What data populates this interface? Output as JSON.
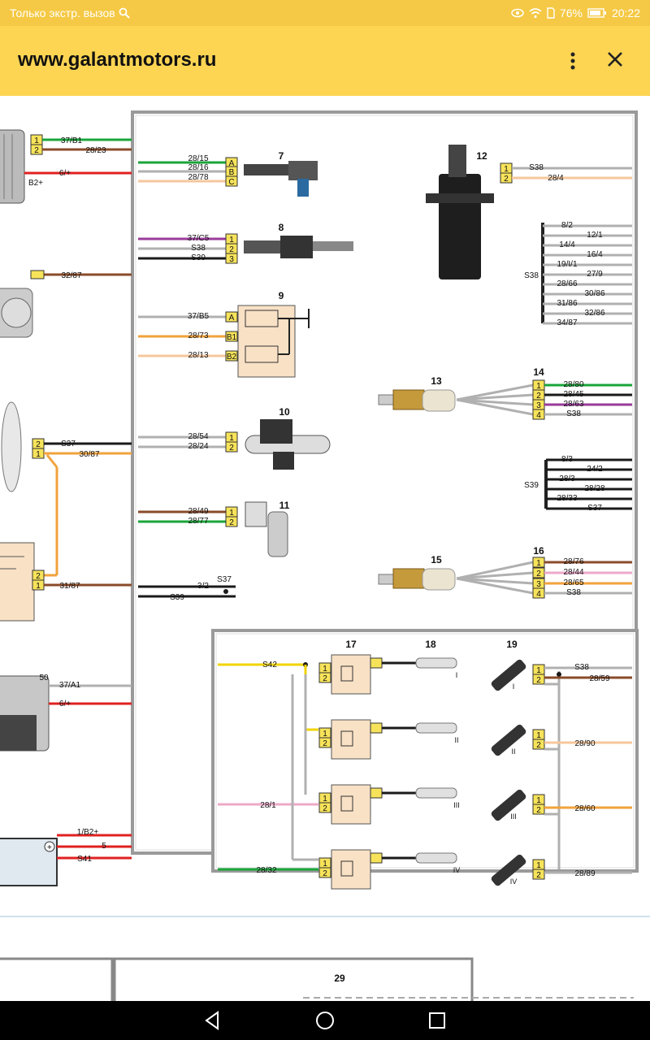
{
  "status_bar": {
    "left_text": "Только экстр. вызов",
    "battery": "76%",
    "time": "20:22",
    "icons": [
      "search-icon",
      "eye-icon",
      "wifi-icon",
      "sim-icon",
      "battery-icon"
    ]
  },
  "browser": {
    "url": "www.galantmotors.ru",
    "menu_icon": "kebab-menu-icon",
    "close_icon": "close-icon"
  },
  "diagram": {
    "left": {
      "gen_wires": [
        "37/B1",
        "28/23",
        "6/+"
      ],
      "gen_label": "B2+",
      "comp_wire": "32/87",
      "fan_wires": [
        "S37",
        "30/87"
      ],
      "relay_wire": "31/87",
      "starter_wires": [
        "37/A1",
        "6/+"
      ],
      "starter_pin": "50",
      "battery_wires": [
        "1/B2+",
        "5",
        "S41"
      ]
    },
    "components": {
      "c7": {
        "num": "7",
        "wires": [
          "28/15",
          "28/16",
          "28/78"
        ],
        "pins": [
          "A",
          "B",
          "C"
        ]
      },
      "c8": {
        "num": "8",
        "wires": [
          "37/C5",
          "S38",
          "S39"
        ]
      },
      "c9": {
        "num": "9",
        "wires": [
          "37/B5",
          "28/73",
          "28/13"
        ],
        "pins": [
          "A",
          "B1",
          "B2"
        ]
      },
      "c10": {
        "num": "10",
        "wires": [
          "28/54",
          "28/24"
        ]
      },
      "c11": {
        "num": "11",
        "wires": [
          "28/49",
          "28/77"
        ]
      },
      "s37": {
        "label": "S37",
        "wires": [
          "3/2",
          "S39"
        ]
      },
      "c12": {
        "num": "12",
        "wires": [
          "S38",
          "28/4"
        ]
      },
      "s38bus": {
        "label": "S38",
        "wires": [
          "8/2",
          "12/1",
          "14/4",
          "16/4",
          "19/I/1",
          "27/9",
          "28/66",
          "30/86",
          "31/86",
          "32/86",
          "34/87"
        ]
      },
      "c13": {
        "num": "13"
      },
      "c14": {
        "num": "14",
        "wires": [
          "28/80",
          "28/45",
          "28/63",
          "S38"
        ]
      },
      "s39bus": {
        "label": "S39",
        "wires": [
          "8/3",
          "24/2",
          "28/3",
          "28/28",
          "28/33",
          "S37"
        ]
      },
      "c15": {
        "num": "15"
      },
      "c16": {
        "num": "16",
        "wires": [
          "28/76",
          "28/44",
          "28/65",
          "S38"
        ]
      }
    },
    "ignition": {
      "coil_num": "17",
      "plug_num": "18",
      "injector_num": "19",
      "wires_left": [
        "S42",
        "28/1",
        "28/32"
      ],
      "cylinders": [
        "I",
        "II",
        "III",
        "IV"
      ],
      "inj_wires": [
        "S38",
        "28/59",
        "28/90",
        "28/60",
        "28/89"
      ]
    },
    "bottom_num": "29"
  }
}
